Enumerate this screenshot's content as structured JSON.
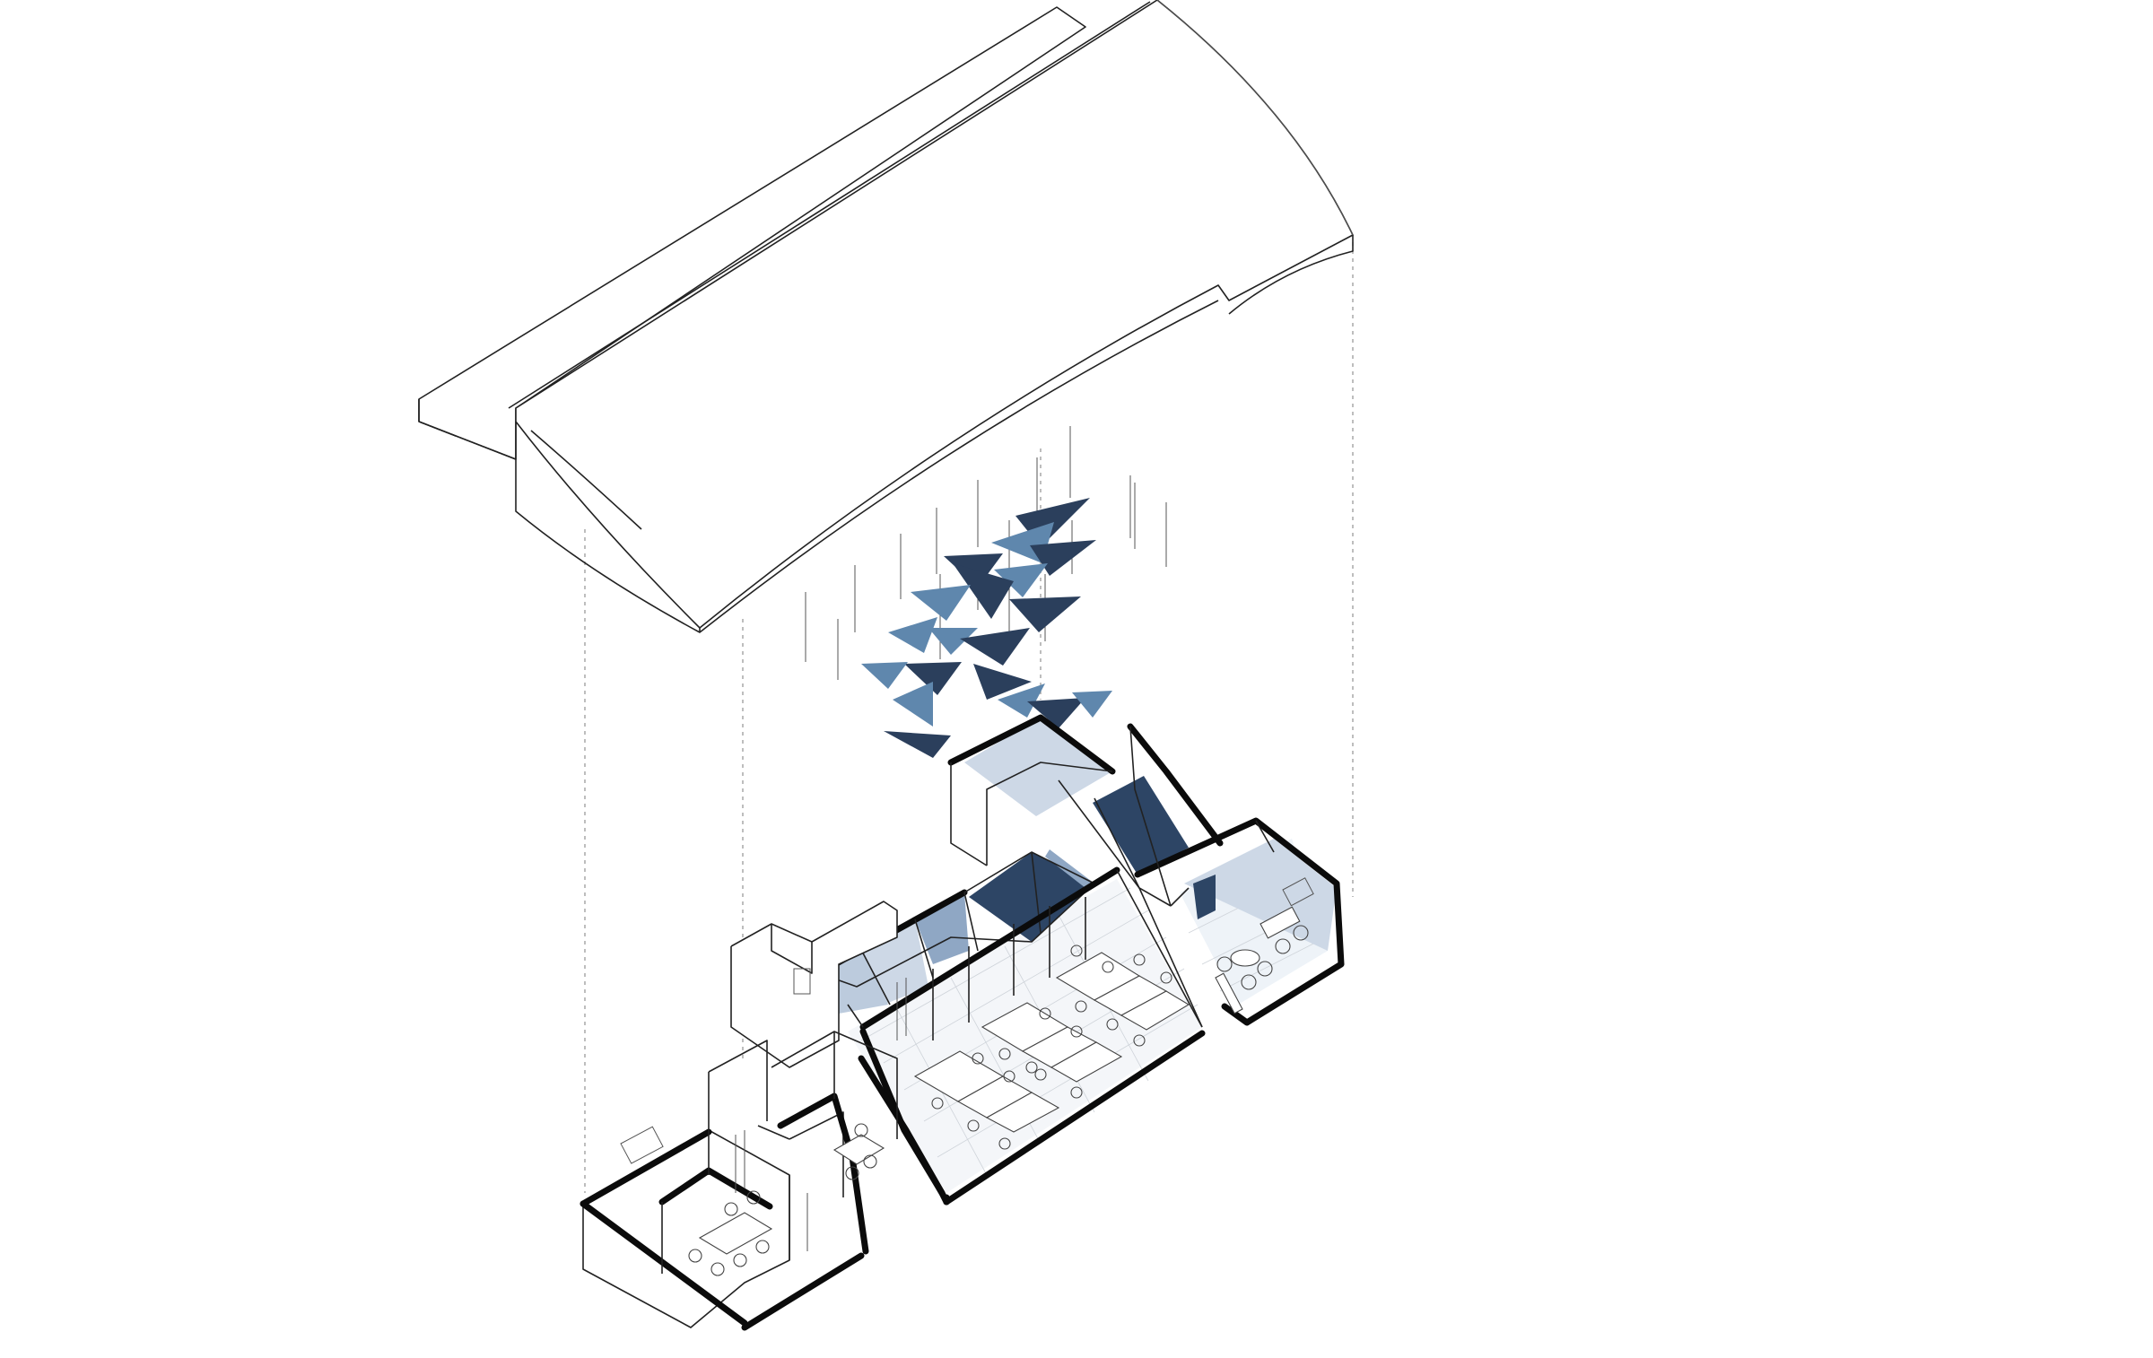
{
  "diagram": {
    "kind": "exploded-axonometric-office-diagram",
    "labels": [],
    "colors": {
      "line": "#222222",
      "thick_wall": "#0b0b0b",
      "panel_light": "#5f87ad",
      "panel_dark": "#2b3f5c",
      "glass_light": "#cdd8e6",
      "glass_mid": "#8fa7c4",
      "glass_dark": "#2d4565",
      "background": "#ffffff"
    },
    "components": [
      "roof-canopy",
      "acoustic-panels",
      "support-rods",
      "projection-lines",
      "office-floor-plan"
    ],
    "acoustic_panel_count": 19,
    "support_rod_count": 16,
    "workstation_rows": 6
  }
}
